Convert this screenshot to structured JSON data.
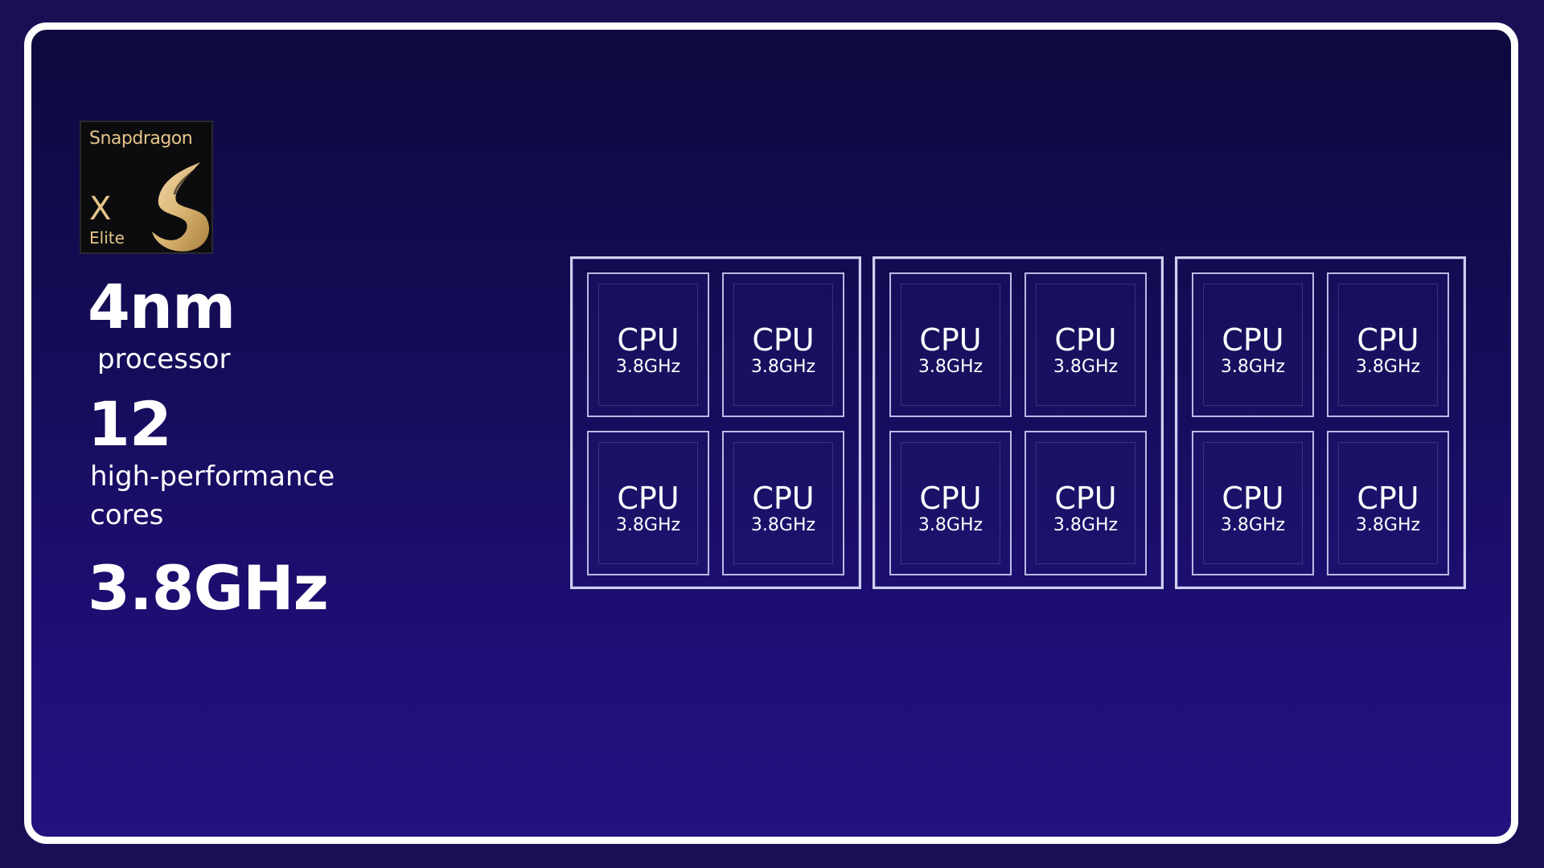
{
  "logo": {
    "brand": "Snapdragon",
    "series": "X",
    "tier": "Elite",
    "colors": {
      "gold": "#e6c58a",
      "background": "#0c0c0e"
    }
  },
  "stats": [
    {
      "value": "4nm",
      "label": "processor"
    },
    {
      "value": "12",
      "label": "high-performance\ncores"
    },
    {
      "value": "3.8GHz",
      "label": ""
    }
  ],
  "clusters": [
    {
      "cores": [
        {
          "name": "CPU",
          "freq": "3.8GHz"
        },
        {
          "name": "CPU",
          "freq": "3.8GHz"
        },
        {
          "name": "CPU",
          "freq": "3.8GHz"
        },
        {
          "name": "CPU",
          "freq": "3.8GHz"
        }
      ]
    },
    {
      "cores": [
        {
          "name": "CPU",
          "freq": "3.8GHz"
        },
        {
          "name": "CPU",
          "freq": "3.8GHz"
        },
        {
          "name": "CPU",
          "freq": "3.8GHz"
        },
        {
          "name": "CPU",
          "freq": "3.8GHz"
        }
      ]
    },
    {
      "cores": [
        {
          "name": "CPU",
          "freq": "3.8GHz"
        },
        {
          "name": "CPU",
          "freq": "3.8GHz"
        },
        {
          "name": "CPU",
          "freq": "3.8GHz"
        },
        {
          "name": "CPU",
          "freq": "3.8GHz"
        }
      ]
    }
  ],
  "colors": {
    "background_top": "#0c0a3e",
    "background_bottom": "#23117e",
    "frame": "#ffffff",
    "core_outline": "#b9bbe3"
  }
}
